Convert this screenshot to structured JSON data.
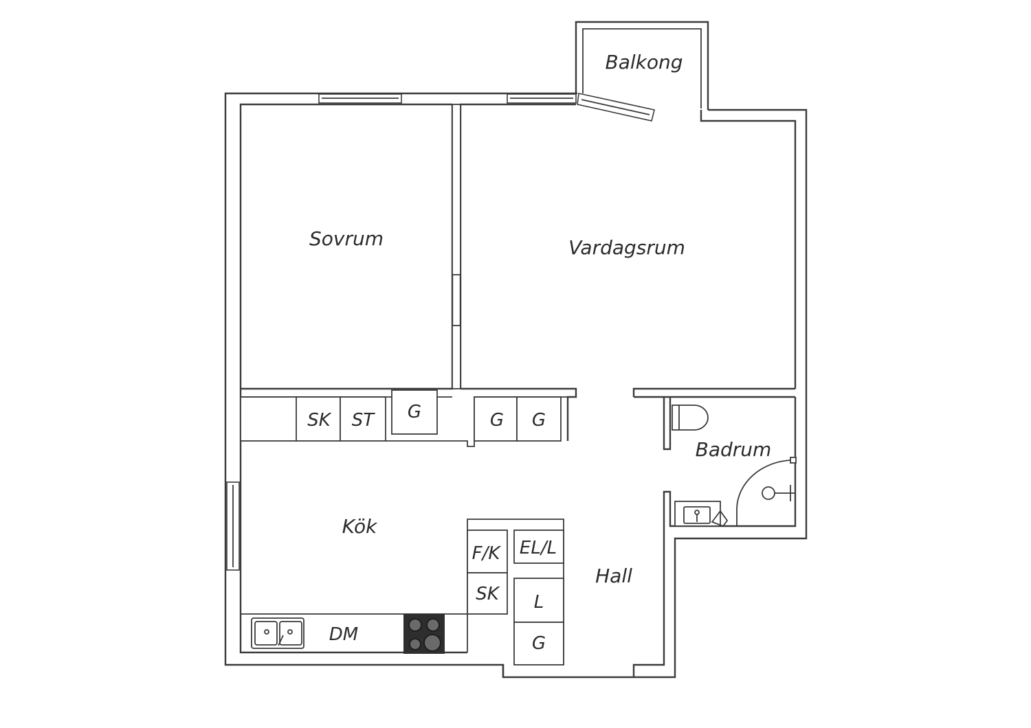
{
  "floor_plan": {
    "rooms": {
      "balcony": "Balkong",
      "bedroom": "Sovrum",
      "living_room": "Vardagsrum",
      "kitchen": "Kök",
      "bathroom": "Badrum",
      "hall": "Hall"
    },
    "fixtures": {
      "bedroom_sk": "SK",
      "bedroom_st": "ST",
      "bedroom_g": "G",
      "living_g1": "G",
      "living_g2": "G",
      "kitchen_fk": "F/K",
      "kitchen_sk": "SK",
      "kitchen_dm": "DM",
      "hall_ell": "EL/L",
      "hall_l": "L",
      "hall_g": "G"
    }
  }
}
